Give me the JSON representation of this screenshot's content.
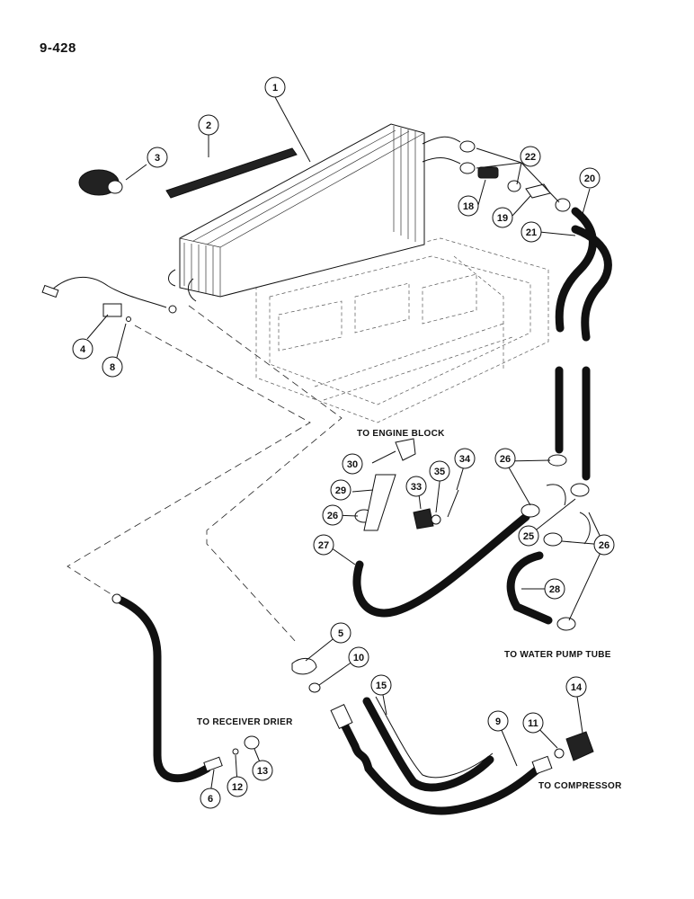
{
  "page": {
    "number": "9-428"
  },
  "labels": {
    "to_engine_block": "TO ENGINE BLOCK",
    "to_water_pump_tube": "TO WATER PUMP TUBE",
    "to_receiver_drier": "TO RECEIVER DRIER",
    "to_compressor": "TO COMPRESSOR"
  },
  "callouts": [
    {
      "id": "c1",
      "text": "1"
    },
    {
      "id": "c2",
      "text": "2"
    },
    {
      "id": "c3",
      "text": "3"
    },
    {
      "id": "c4",
      "text": "4"
    },
    {
      "id": "c5",
      "text": "5"
    },
    {
      "id": "c6",
      "text": "6"
    },
    {
      "id": "c8",
      "text": "8"
    },
    {
      "id": "c9",
      "text": "9"
    },
    {
      "id": "c10",
      "text": "10"
    },
    {
      "id": "c11",
      "text": "11"
    },
    {
      "id": "c12",
      "text": "12"
    },
    {
      "id": "c13",
      "text": "13"
    },
    {
      "id": "c14",
      "text": "14"
    },
    {
      "id": "c15",
      "text": "15"
    },
    {
      "id": "c18",
      "text": "18"
    },
    {
      "id": "c19",
      "text": "19"
    },
    {
      "id": "c20",
      "text": "20"
    },
    {
      "id": "c21",
      "text": "21"
    },
    {
      "id": "c22",
      "text": "22"
    },
    {
      "id": "c25",
      "text": "25"
    },
    {
      "id": "c26a",
      "text": "26"
    },
    {
      "id": "c26b",
      "text": "26"
    },
    {
      "id": "c26c",
      "text": "26"
    },
    {
      "id": "c27",
      "text": "27"
    },
    {
      "id": "c28",
      "text": "28"
    },
    {
      "id": "c29",
      "text": "29"
    },
    {
      "id": "c30",
      "text": "30"
    },
    {
      "id": "c33",
      "text": "33"
    },
    {
      "id": "c34",
      "text": "34"
    },
    {
      "id": "c35",
      "text": "35"
    }
  ]
}
